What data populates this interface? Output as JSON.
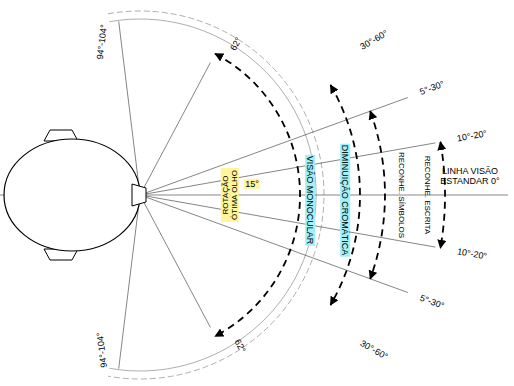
{
  "diagram": {
    "nodes": [
      {
        "text": [
          "VISÃO MONOCULAR",
          "DIMINUIÇÃO CROMÁTICA"
        ]
      },
      {
        "text": [
          "ROTAÇÃO ÓTIMA OLHO",
          "15°"
        ],
        "in": 0
      }
    ],
    "labels": [
      "94°-104°",
      "62°",
      "30°-60°",
      "5°-30°",
      "10°-20°",
      "LINHA VISÃO ESTANDAR 0°",
      "RECONHE. SÍMBOLOS",
      "RECONHE. ESCRITA",
      "10°-20°",
      "5°-30°",
      "30°-60°",
      "62°",
      "94°-104°"
    ]
  }
}
